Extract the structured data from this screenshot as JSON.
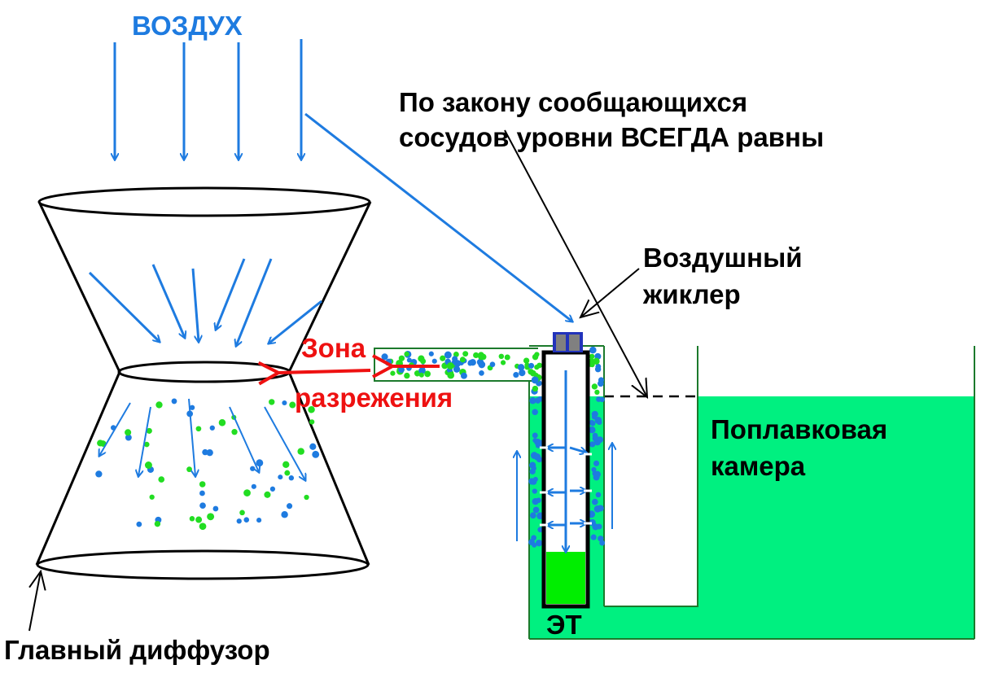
{
  "labels": {
    "air": "ВОЗДУХ",
    "law_line1": "По закону сообщающихся",
    "law_line2": "сосудов уровни ВСЕГДА равны",
    "air_jet_line1": "Воздушный",
    "air_jet_line2": "жиклер",
    "vacuum_line1": "Зона",
    "vacuum_line2": "разрежения",
    "float_line1": "Поплавковая",
    "float_line2": "камера",
    "emulsion_tube": "ЭТ",
    "main_diffuser": "Главный диффузор"
  },
  "colors": {
    "air": "#1e7be0",
    "fuel": "#00f080",
    "fuel_dots": "#22dd22",
    "vacuum": "#ee1111",
    "jet": "#2233bb"
  }
}
